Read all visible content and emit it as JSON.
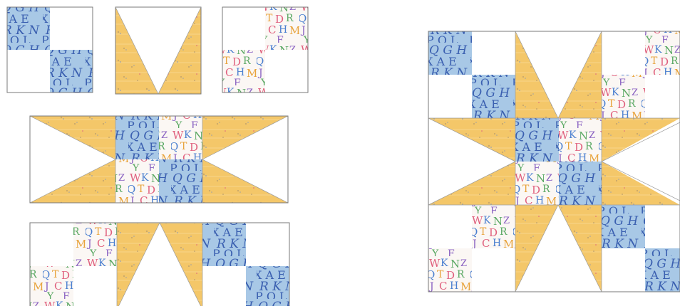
{
  "fabrics": {
    "yellow": "#f4c769",
    "blue": "#a8c8e6",
    "white_print": "#fbf7f4",
    "background": "#ffffff",
    "blue_letters": "#3a5fb0",
    "print_letters": [
      "#e0607e",
      "#4a7fd0",
      "#5aa863",
      "#e8a33b",
      "#8a62c2"
    ],
    "yellow_speckle": "#c9a86a"
  },
  "motifs": {
    "blue_fabric": "letter print on blue",
    "print_fabric": "multicolor letter print on white",
    "yellow_fabric": "speckled yellow star points"
  }
}
